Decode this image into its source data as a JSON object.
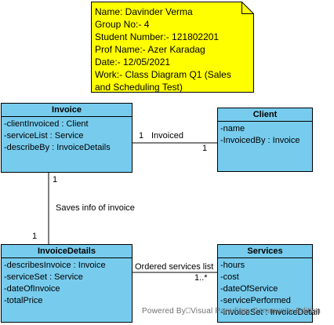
{
  "note": {
    "lines": [
      "Name: Davinder Verma",
      "Group No:- 4",
      "Student Number:- 121802201",
      "Prof Name:- Azer Karadag",
      "Date:- 12/05/2021",
      "Work:- Class Diagram Q1 (Sales and Scheduling Test)"
    ],
    "fill": "#ffff00"
  },
  "classes": {
    "invoice": {
      "title": "Invoice",
      "attributes": [
        "-clientInvoiced : Client",
        "-serviceList : Service",
        "-describeBy : InvoiceDetails"
      ]
    },
    "client": {
      "title": "Client",
      "attributes": [
        "-name",
        "-InvoicedBy : Invoice"
      ]
    },
    "invoice_details": {
      "title": "InvoiceDetails",
      "attributes": [
        "-describesInvoice : Invoice",
        "-serviceSet : Service",
        "-dateOfInvoice",
        "-totalPrice"
      ]
    },
    "services": {
      "title": "Services",
      "attributes": [
        "-hours",
        "-cost",
        "-dateOfService",
        "-servicePerformed",
        "-invoiceSet : InvoiceDetail"
      ]
    }
  },
  "associations": {
    "invoiced": {
      "label": "Invoiced",
      "mult_invoice": "1",
      "mult_client": "1"
    },
    "saves_info": {
      "label": "Saves info of invoice",
      "mult_invoice": "1",
      "mult_details": "1"
    },
    "ordered": {
      "label": "Ordered services list",
      "mult_services": "1..*"
    }
  },
  "watermark": "Powered By⎕Visual Paradigm Community Edition",
  "colors": {
    "class_fill": "#77ccee",
    "note_fill": "#ffff00"
  }
}
